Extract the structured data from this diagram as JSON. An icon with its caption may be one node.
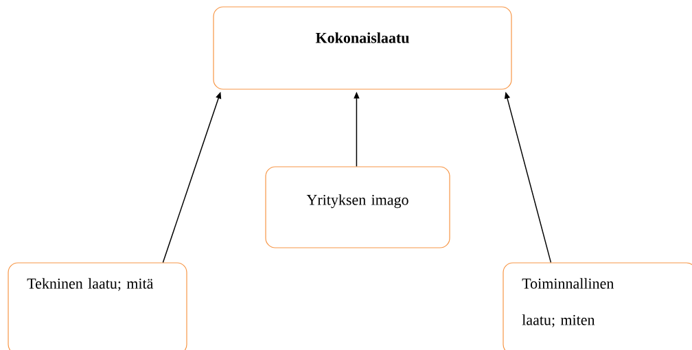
{
  "diagram": {
    "nodes": [
      {
        "text": [
          "Kokonaislaatu"
        ]
      },
      {
        "text": [
          "Yrityksen imago"
        ]
      },
      {
        "text": [
          "Tekninen laatu; mitä"
        ]
      },
      {
        "text": [
          "Toiminnallinen laatu; miten"
        ]
      }
    ],
    "edges": [
      {
        "from": 2,
        "to": 0,
        "arrow": "to"
      },
      {
        "from": 1,
        "to": 0,
        "arrow": "to"
      },
      {
        "from": 3,
        "to": 0,
        "arrow": "to"
      }
    ]
  }
}
